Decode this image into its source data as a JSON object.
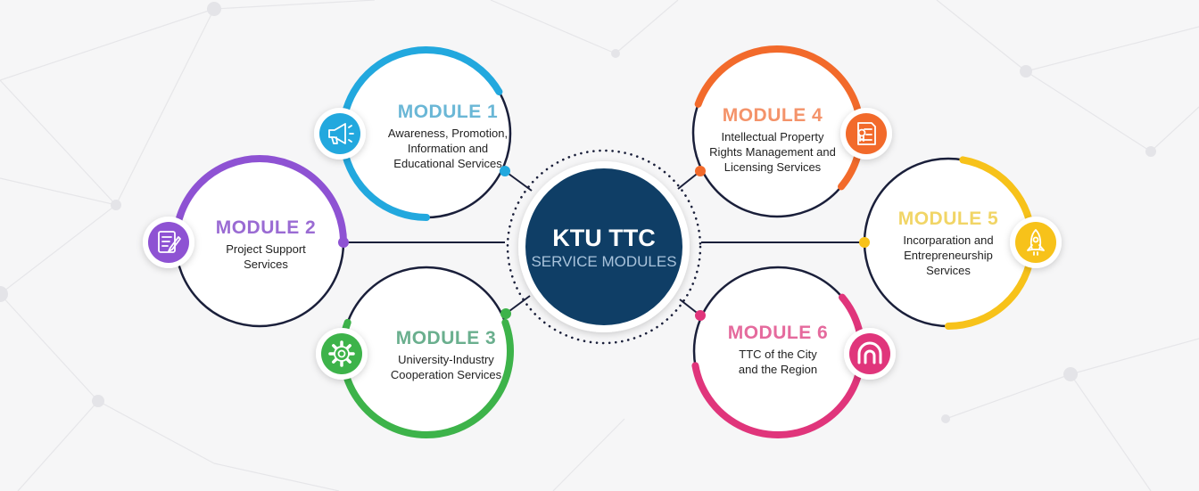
{
  "hub": {
    "title": "KTU TTC",
    "subtitle": "SERVICE MODULES",
    "color": "#0f3e66"
  },
  "modules": [
    {
      "title": "MODULE 1",
      "desc": [
        "Awareness, Promotion,",
        "Information and",
        "Educational Services"
      ],
      "color": "#22a8de",
      "title_color": "#6ab7d6",
      "icon": "megaphone-icon"
    },
    {
      "title": "MODULE 2",
      "desc": [
        "Project Support",
        "Services"
      ],
      "color": "#8e52d3",
      "title_color": "#9a6bd3",
      "icon": "document-edit-icon"
    },
    {
      "title": "MODULE 3",
      "desc": [
        "University-Industry",
        "Cooperation Services"
      ],
      "color": "#3db34a",
      "title_color": "#6aaf8e",
      "icon": "gear-icon"
    },
    {
      "title": "MODULE 4",
      "desc": [
        "Intellectual Property",
        "Rights Management and",
        "Licensing Services"
      ],
      "color": "#f26a2b",
      "title_color": "#f4936a",
      "icon": "certificate-icon"
    },
    {
      "title": "MODULE 5",
      "desc": [
        "Incorparation and",
        "Entrepreneurship",
        "Services"
      ],
      "color": "#f7c21a",
      "title_color": "#f1d566",
      "icon": "rocket-icon"
    },
    {
      "title": "MODULE 6",
      "desc": [
        "TTC of the City",
        "and the Region"
      ],
      "color": "#e0357b",
      "title_color": "#e56a9d",
      "icon": "arch-icon"
    }
  ]
}
